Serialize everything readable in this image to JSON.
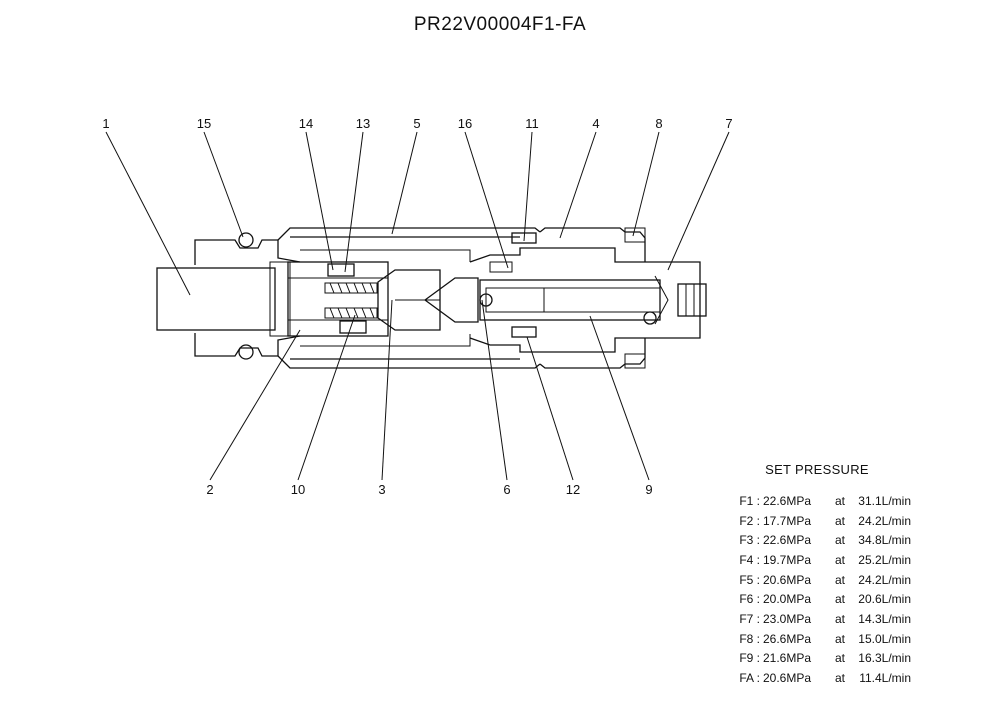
{
  "title": "PR22V00004F1-FA",
  "callouts": [
    {
      "id": "1",
      "label": "1"
    },
    {
      "id": "15",
      "label": "15"
    },
    {
      "id": "14",
      "label": "14"
    },
    {
      "id": "13",
      "label": "13"
    },
    {
      "id": "5",
      "label": "5"
    },
    {
      "id": "16",
      "label": "16"
    },
    {
      "id": "11",
      "label": "11"
    },
    {
      "id": "4",
      "label": "4"
    },
    {
      "id": "8",
      "label": "8"
    },
    {
      "id": "7",
      "label": "7"
    },
    {
      "id": "2",
      "label": "2"
    },
    {
      "id": "10",
      "label": "10"
    },
    {
      "id": "3",
      "label": "3"
    },
    {
      "id": "6",
      "label": "6"
    },
    {
      "id": "12",
      "label": "12"
    },
    {
      "id": "9",
      "label": "9"
    }
  ],
  "set_pressure": {
    "heading": "SET PRESSURE",
    "rows": [
      {
        "code": "F1 :",
        "pressure": "22.6MPa",
        "at": "at",
        "flow": "31.1L/min"
      },
      {
        "code": "F2 :",
        "pressure": "17.7MPa",
        "at": "at",
        "flow": "24.2L/min"
      },
      {
        "code": "F3 :",
        "pressure": "22.6MPa",
        "at": "at",
        "flow": "34.8L/min"
      },
      {
        "code": "F4 :",
        "pressure": "19.7MPa",
        "at": "at",
        "flow": "25.2L/min"
      },
      {
        "code": "F5 :",
        "pressure": "20.6MPa",
        "at": "at",
        "flow": "24.2L/min"
      },
      {
        "code": "F6 :",
        "pressure": "20.0MPa",
        "at": "at",
        "flow": "20.6L/min"
      },
      {
        "code": "F7 :",
        "pressure": "23.0MPa",
        "at": "at",
        "flow": "14.3L/min"
      },
      {
        "code": "F8 :",
        "pressure": "26.6MPa",
        "at": "at",
        "flow": "15.0L/min"
      },
      {
        "code": "F9 :",
        "pressure": "21.6MPa",
        "at": "at",
        "flow": "16.3L/min"
      },
      {
        "code": "FA :",
        "pressure": "20.6MPa",
        "at": "at",
        "flow": "11.4L/min"
      }
    ]
  }
}
